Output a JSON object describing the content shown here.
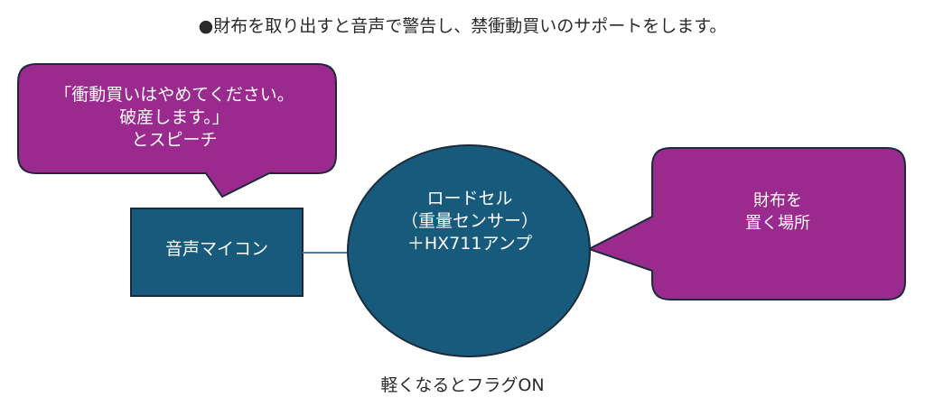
{
  "title": "●財布を取り出すと音声で警告し、禁衝動買いのサポートをします。",
  "speech_left": {
    "line1": "「衝動買いはやめてください。",
    "line2": "破産します。」",
    "line3": "とスピーチ"
  },
  "speech_right": {
    "line1": "財布を",
    "line2": "置く場所"
  },
  "voice_mic": {
    "label": "音声マイコン"
  },
  "load_cell": {
    "line1": "ロードセル",
    "line2": "（重量センサー）",
    "line3": "＋HX711アンプ"
  },
  "caption": "軽くなるとフラグON",
  "colors": {
    "bubble": "#9b2a8f",
    "node": "#175a7c",
    "border": "#1c2b3a",
    "connector": "#4a7fb0"
  }
}
